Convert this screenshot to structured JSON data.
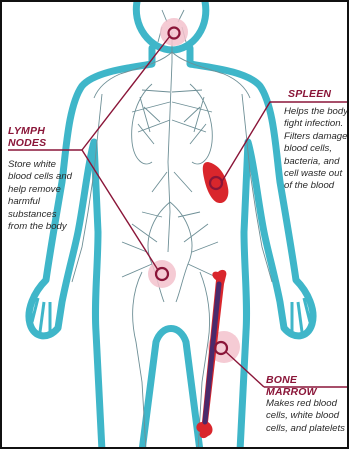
{
  "colors": {
    "accent": "#8a1538",
    "body_outline": "#3fb6c9",
    "vessels": "#6e8f96",
    "spleen": "#d9262c",
    "bone": "#d9262c",
    "marrow": "#4a2a6b",
    "glow": "#f3c2cc"
  },
  "labels": {
    "lymph": {
      "title": [
        "LYMPH",
        "NODES"
      ],
      "desc": [
        "Store white",
        "blood cells and",
        "help remove",
        "harmful",
        "substances",
        "from the body"
      ]
    },
    "spleen": {
      "title": "SPLEEN",
      "desc": [
        "Helps the body",
        "fight infection.",
        "Filters damaged",
        "blood cells,",
        "bacteria, and",
        "cell waste out",
        "of the blood"
      ]
    },
    "marrow": {
      "title": "BONE MARROW",
      "desc": [
        "Makes red blood",
        "cells, white blood",
        "cells, and platelets"
      ]
    }
  }
}
